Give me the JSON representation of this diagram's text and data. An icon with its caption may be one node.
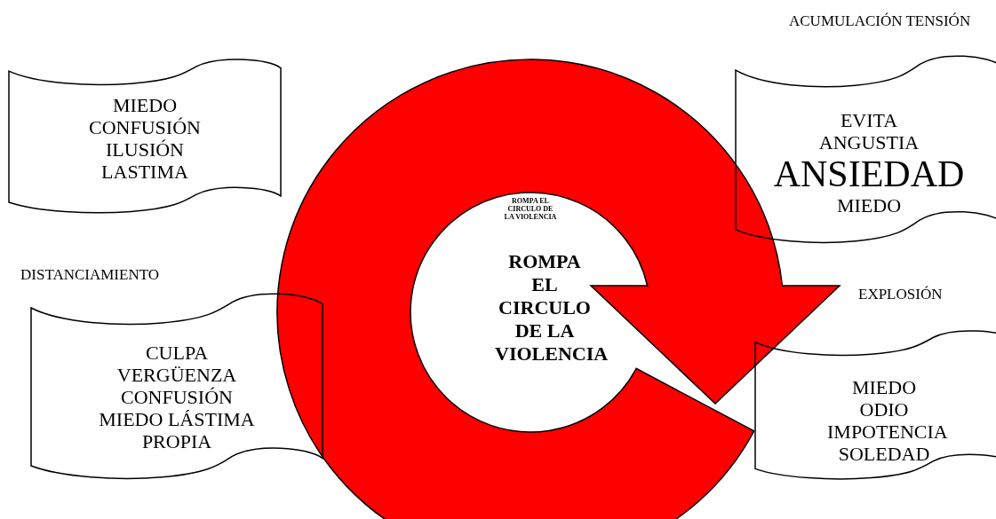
{
  "diagram": {
    "nodes": [
      {
        "text": [
          "ROMPA EL CIRCULO DE LA VIOLENCIA"
        ]
      },
      {
        "text": [
          "MIEDO CONFUSIÓN ILUSIÓN LASTIMA"
        ]
      },
      {
        "text": [
          "ACUMULACIÓN TENSIÓN",
          "EVITA ANGUSTIA",
          "ANSIEDAD",
          "MIEDO"
        ]
      },
      {
        "text": [
          "DISTANCIAMIENTO",
          "CULPA VERGÜENZA CONFUSIÓN MIEDO LÁSTIMA PROPIA"
        ]
      },
      {
        "text": [
          "EXPLOSIÓN",
          "MIEDO ODIO IMPOTENCIA SOLEDAD"
        ]
      }
    ],
    "labels": [
      "ROMPA EL CIRCULO DE LA VIOLENCIA"
    ]
  }
}
